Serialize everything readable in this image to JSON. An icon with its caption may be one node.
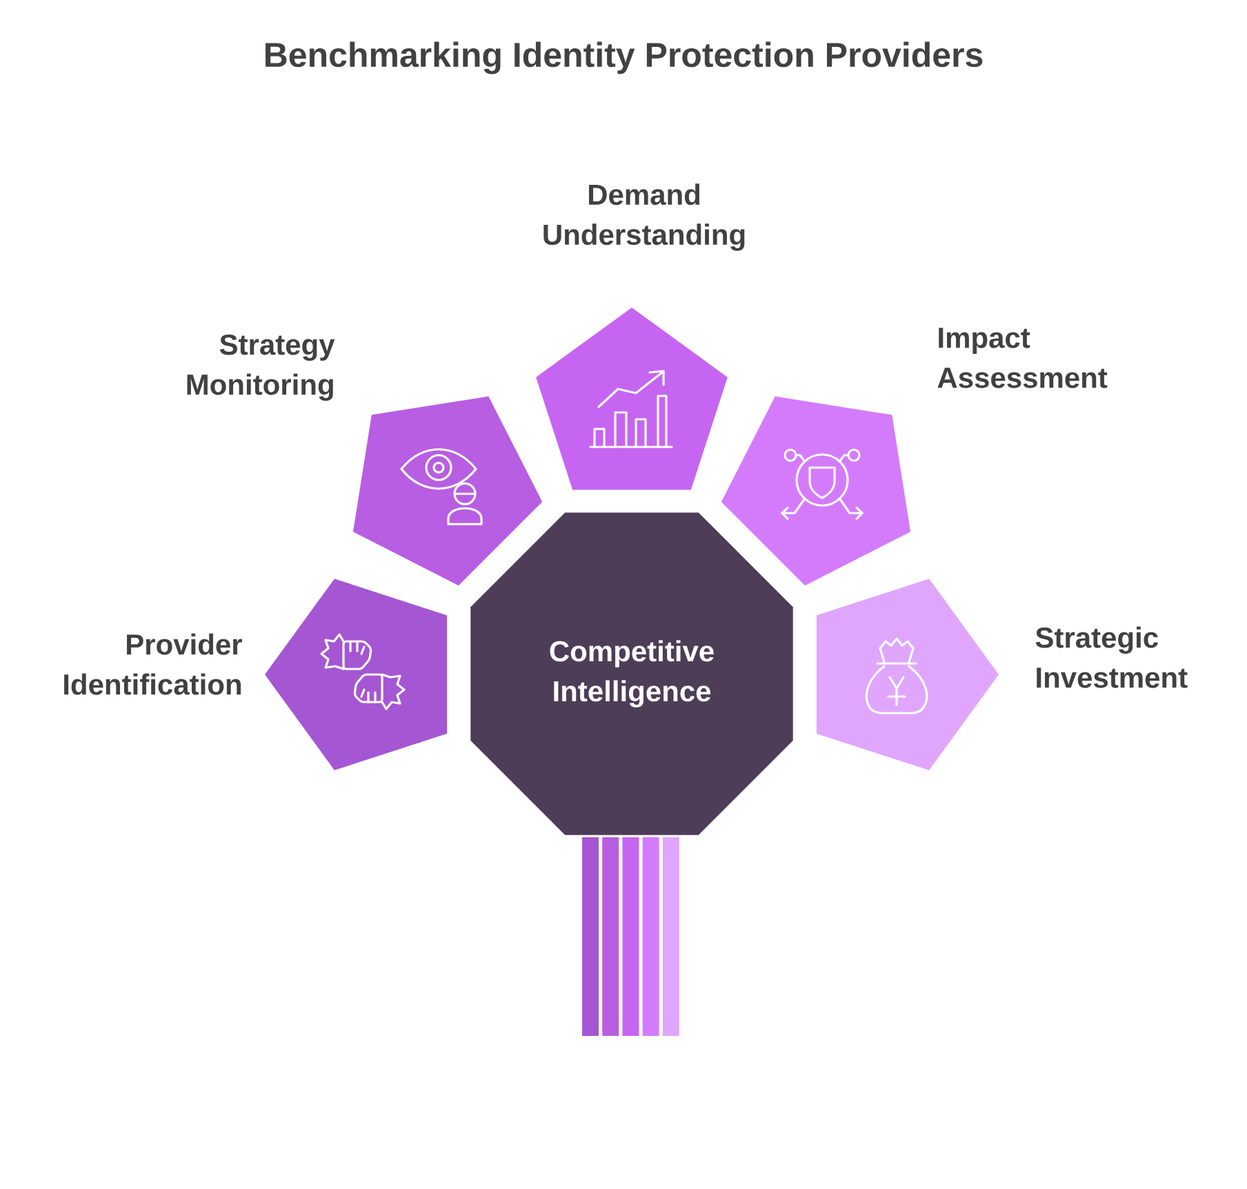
{
  "diagram": {
    "title": "Benchmarking Identity Protection Providers",
    "nodes": [
      {
        "text": [
          "Competitive Intelligence"
        ]
      },
      {
        "text": [
          "Provider Identification"
        ]
      },
      {
        "text": [
          "Strategy Monitoring"
        ]
      },
      {
        "text": [
          "Demand Understanding"
        ]
      },
      {
        "text": [
          "Impact Assessment"
        ]
      },
      {
        "text": [
          "Strategic Investment"
        ]
      }
    ]
  }
}
